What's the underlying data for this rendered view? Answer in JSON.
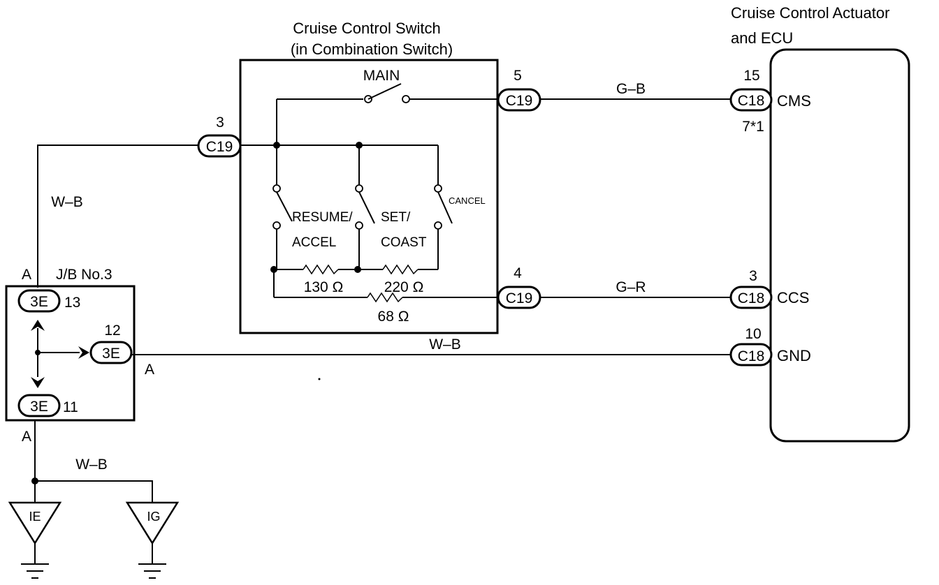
{
  "components": {
    "switch_title_1": "Cruise Control Switch",
    "switch_title_2": "(in Combination Switch)",
    "actuator_title_1": "Cruise Control Actuator",
    "actuator_title_2": "and ECU",
    "jb_title": "J/B No.3"
  },
  "switches": {
    "main": "MAIN",
    "resume_1": "RESUME/",
    "resume_2": "ACCEL",
    "set_1": "SET/",
    "set_2": "COAST",
    "cancel": "CANCEL"
  },
  "resistors": {
    "r1": "130 Ω",
    "r2": "220 Ω",
    "r3": "68 Ω"
  },
  "connectors": {
    "c19_5": {
      "id": "C19",
      "pin": "5"
    },
    "c19_3": {
      "id": "C19",
      "pin": "3"
    },
    "c19_4": {
      "id": "C19",
      "pin": "4"
    },
    "c18_15": {
      "id": "C18",
      "pin": "15",
      "alt": "7*1",
      "term": "CMS"
    },
    "c18_3": {
      "id": "C18",
      "pin": "3",
      "term": "CCS"
    },
    "c18_10": {
      "id": "C18",
      "pin": "10",
      "term": "GND"
    },
    "jb_13": {
      "id": "3E",
      "pin": "13"
    },
    "jb_12": {
      "id": "3E",
      "pin": "12"
    },
    "jb_11": {
      "id": "3E",
      "pin": "11"
    }
  },
  "wires": {
    "gb": "G–B",
    "gr": "G–R",
    "wb_left": "W–B",
    "wb_gnd": "W–B",
    "wb_ground": "W–B"
  },
  "markers": {
    "a_top": "A",
    "a_right": "A",
    "a_bottom": "A"
  },
  "grounds": {
    "ie": "IE",
    "ig": "IG"
  }
}
